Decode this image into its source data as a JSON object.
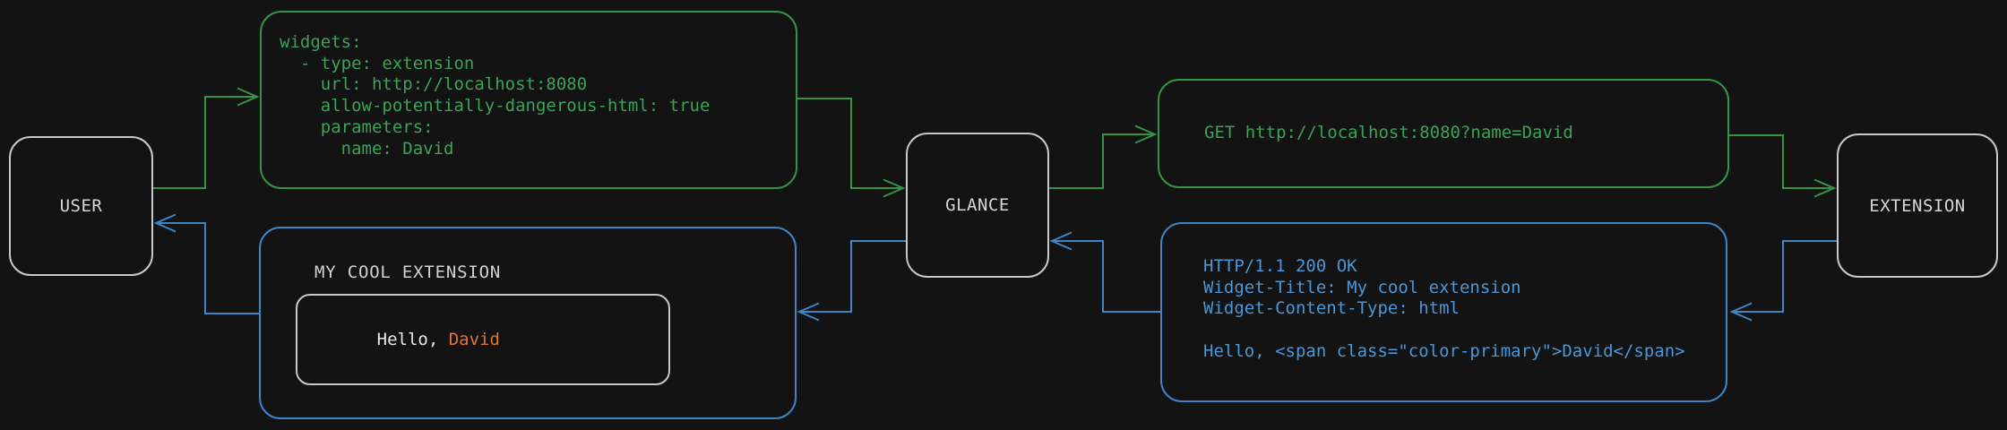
{
  "nodes": {
    "user": {
      "label": "USER"
    },
    "glance": {
      "label": "GLANCE"
    },
    "extension": {
      "label": "EXTENSION"
    }
  },
  "boxes": {
    "config": {
      "code": "widgets:\n  - type: extension\n    url: http://localhost:8080\n    allow-potentially-dangerous-html: true\n    parameters:\n      name: David"
    },
    "request": {
      "code": "GET http://localhost:8080?name=David"
    },
    "response": {
      "code": "HTTP/1.1 200 OK\nWidget-Title: My cool extension\nWidget-Content-Type: html\n\nHello, <span class=\"color-primary\">David</span>"
    },
    "widget": {
      "title": "MY COOL EXTENSION",
      "greeting_prefix": "Hello, ",
      "greeting_name": "David"
    }
  },
  "colors": {
    "background": "#131313",
    "node_border": "#c9c9c9",
    "node_text": "#d6d6d6",
    "green_line": "#339447",
    "green_text": "#3aa355",
    "blue_line": "#3d85c6",
    "blue_text": "#4a97d8",
    "orange_text": "#e0733a",
    "white_text": "#e8e8e8",
    "label_text": "#d2d2d2"
  }
}
